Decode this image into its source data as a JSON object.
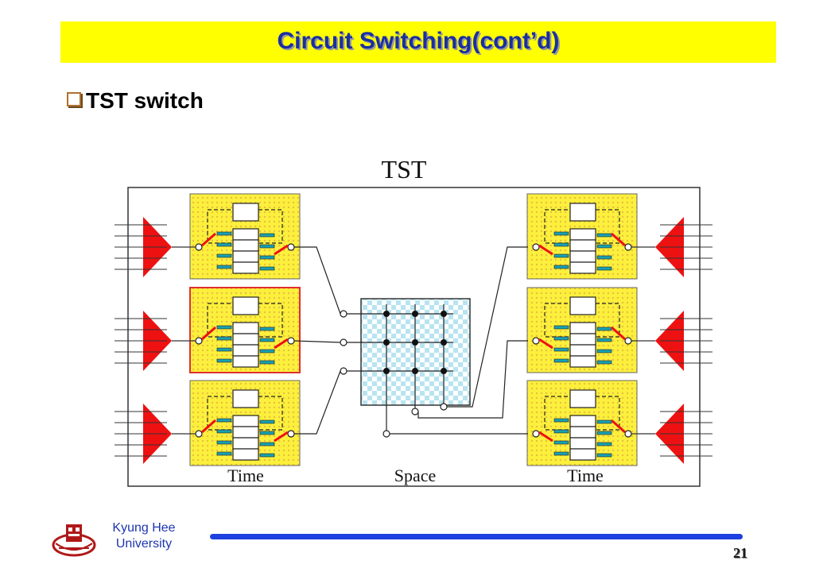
{
  "slide": {
    "title": "Circuit Switching(cont’d)",
    "bullet": "TST switch",
    "page_number": "21"
  },
  "diagram": {
    "heading": "TST",
    "labels": {
      "time_left": "Time",
      "space": "Space",
      "time_right": "Time"
    }
  },
  "footer": {
    "university_line1": "Kyung Hee",
    "university_line2": "University"
  },
  "colors": {
    "title_bg": "#ffff00",
    "title_text": "#1a2fa0",
    "module_bg": "#fcf03c",
    "module_dot": "#e8c040",
    "triangle": "#ee1111",
    "slot": "#1aa0b0",
    "footer_line": "#1e40e0"
  },
  "icons": {
    "bullet": "checkbox-bullet-icon",
    "logo": "university-seal-icon"
  }
}
